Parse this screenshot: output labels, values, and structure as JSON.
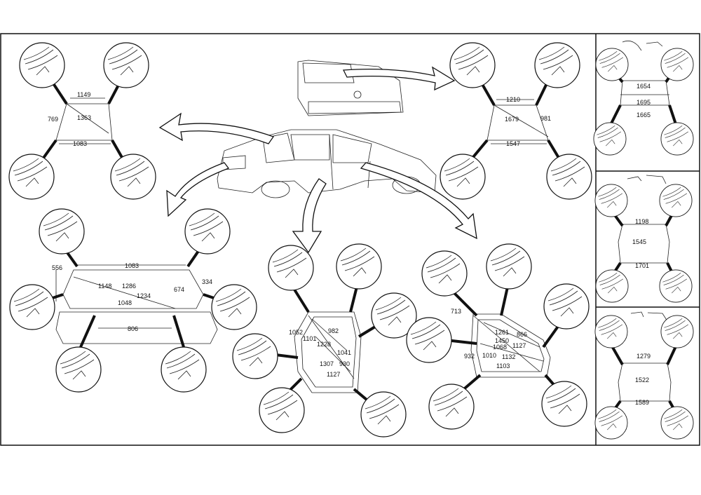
{
  "diagram": {
    "front_windshield": {
      "top": "1149",
      "diagonal": "1363",
      "side": "769",
      "bottom": "1083"
    },
    "rear_window": {
      "top": "1210",
      "diagonal": "1679",
      "side": "981",
      "bottom": "1547"
    },
    "trunk": {
      "top": "1083",
      "height": "556",
      "upper": "1148",
      "mid": "1286",
      "lower": "1234",
      "bottom_diag": "1048",
      "right_a": "674",
      "right_b": "334",
      "width": "806"
    },
    "rear_door": {
      "a": "1052",
      "b": "982",
      "c": "1101",
      "d": "1228",
      "e": "1041",
      "f": "1307",
      "g": "930",
      "h": "1127"
    },
    "front_door": {
      "a": "713",
      "b": "1261",
      "c": "866",
      "d": "1450",
      "e": "1068",
      "f": "1127",
      "g": "932",
      "h": "1010",
      "i": "1132",
      "j": "1103"
    },
    "side_panels": {
      "panel1": {
        "a": "1654",
        "b": "1695",
        "c": "1665"
      },
      "panel2": {
        "a": "1198",
        "b": "1545",
        "c": "1701"
      },
      "panel3": {
        "a": "1279",
        "b": "1522",
        "c": "1589"
      }
    }
  }
}
